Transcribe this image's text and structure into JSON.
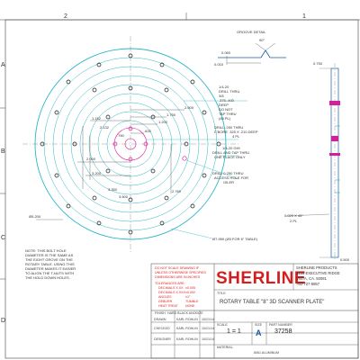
{
  "zones": {
    "top": [
      "2",
      "1"
    ],
    "left": [
      "A",
      "B",
      "C",
      "D"
    ]
  },
  "groove": {
    "label": "GROOVE DETAIL",
    "angle": "90°",
    "width": "0.060",
    "depth": "0.010"
  },
  "dimensions": {
    "d_2500": "2.500",
    "d_1750": "1.750",
    "d_1200": "1.200",
    "d_0625": ".625",
    "d_0750": ".750",
    "d_1152": "1.152",
    "d_2132": "2.132",
    "d_2000": "2.000",
    "d_3200": "3.200",
    "d_3350": "3.350",
    "d_3500": "3.500",
    "d_2760": "2.760",
    "outer_dia": "Ø7.950 (Ø3 FOR 6\" TABLE)",
    "bolt_dia": "Ø5.200",
    "chamfer": "0.020 X 45°",
    "chamfer_count": "2 PL",
    "side_top": "0.750",
    "side_bot": "0.500"
  },
  "callouts": {
    "tap": [
      "1/4-20",
      "DRILL THRU",
      "3/8",
      ".375-.400",
      "DEEP",
      "DO NOT",
      "TAP THRU",
      "(48 PL)"
    ],
    "cbore": [
      "DRILL .250 THRU",
      "C'BORE .325 X .210 DEEP",
      "4 PL"
    ],
    "tap2": [
      "1/4-20 GHI",
      "DRILL AND TAP THRU",
      "ONE PLACE ONLY"
    ],
    "access": [
      "DRILL 0.250 THRU",
      "ACCESS HOLE FOR",
      "OILER"
    ]
  },
  "note": [
    "NOTE: THIS BOLT HOLE",
    "DIAMETER IS THE SAME AS",
    "THE EIGHT GROVE ON THE",
    "ROTARY TABLE. USING THIS",
    "DIAMETER MAKES IT EASIER",
    "TO ALIGN THE T-NUTS WITH",
    "THE HOLD DOWN HOLES."
  ],
  "title_block": {
    "warning": [
      "DO NOT SCALE DRAWING IF",
      "UNLESS OTHERWISE SPECIFIED",
      "DIMENSIONS ARE IN INCHES"
    ],
    "tolerances_label": "TOLERANCES ARE:",
    "tolerances": [
      {
        "label": "DECIMALS X.XX",
        "value": "±0.005"
      },
      {
        "label": "DECIMALS X.XXX",
        "value": "±0.002"
      },
      {
        "label": "ANGLES",
        "value": "±1°"
      },
      {
        "label": "DEBURR",
        "value": "TUMBLE"
      },
      {
        "label": "HEAT TREAT",
        "value": "NONE"
      }
    ],
    "finish_label": "FINISH",
    "finish": "HARD BLACK ANODIZE",
    "rows": [
      {
        "role": "DRAWN",
        "name": "KARL ROHLIN",
        "date": "10/21/14"
      },
      {
        "role": "CHECKED",
        "name": "KARL ROHLIN",
        "date": "10/21/14"
      },
      {
        "role": "DESIGNER",
        "name": "KARL ROHLIN",
        "date": "10/21/14"
      }
    ],
    "logo": "SHERLINE",
    "company": [
      "SHERLINE PRODUCTS",
      "3235 EXECUTIVE RIDGE",
      "VISTA, CA. 92081",
      "760-727-5857"
    ],
    "title_label": "TITLE",
    "title": "ROTARY TABLE \"8\" 3D SCANNER PLATE\"",
    "scale_label": "SCALE",
    "scale": "1 = 1",
    "size_label": "SIZE",
    "size": "A",
    "part_label": "PART NUMBER",
    "part_number": "37258",
    "material_label": "MATERIAL",
    "material": "6061 ALUMINUM"
  },
  "colors": {
    "outline": "#1a5aa8",
    "circle": "#2ab7c8",
    "accent": "#d21f9a",
    "logo": "#d41e1e"
  }
}
